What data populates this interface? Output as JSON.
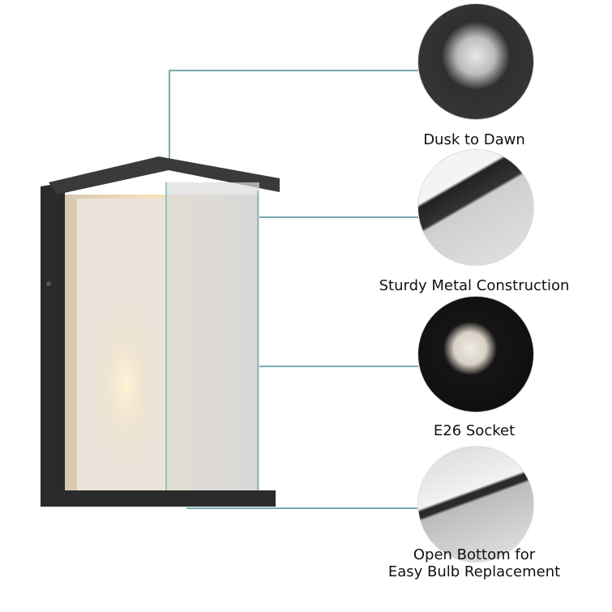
{
  "accent_color": "#4a8f99",
  "product": {
    "name": "lantern-wall-light"
  },
  "features": [
    {
      "label": "Dusk to Dawn",
      "icon": "photocell-sensor"
    },
    {
      "label": "Sturdy Metal Construction",
      "icon": "metal-frame-corner"
    },
    {
      "label": "E26 Socket",
      "icon": "bulb-socket"
    },
    {
      "label_line1": "Open Bottom for",
      "label_line2": "Easy Bulb Replacement",
      "icon": "open-bottom-frame"
    }
  ]
}
